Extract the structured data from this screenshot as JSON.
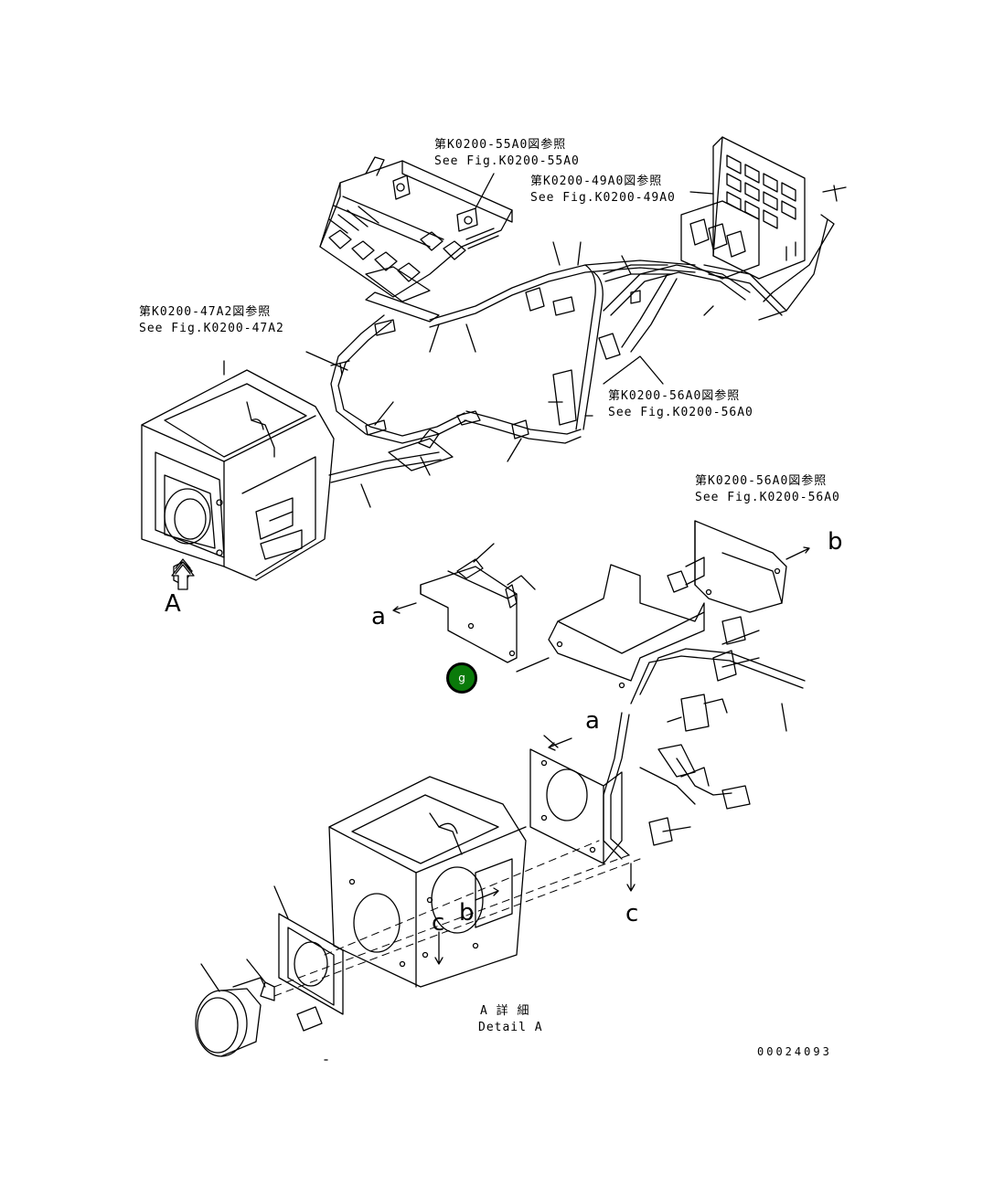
{
  "references": {
    "fig_55a0": {
      "jp": "第K0200-55A0図参照",
      "en": "See Fig.K0200-55A0"
    },
    "fig_49a0": {
      "jp": "第K0200-49A0図参照",
      "en": "See Fig.K0200-49A0"
    },
    "fig_47a2": {
      "jp": "第K0200-47A2図参照",
      "en": "See Fig.K0200-47A2"
    },
    "fig_56a0_top": {
      "jp": "第K0200-56A0図参照",
      "en": "See Fig.K0200-56A0"
    },
    "fig_56a0_right": {
      "jp": "第K0200-56A0図参照",
      "en": "See Fig.K0200-56A0"
    }
  },
  "view_letters": {
    "A": "A",
    "a_left": "a",
    "a_mid": "a",
    "b_right": "b",
    "b_mid": "b",
    "c_bottom": "c",
    "c_mid": "c"
  },
  "detail": {
    "jp": "A 詳 細",
    "en": "Detail A"
  },
  "callout": {
    "label": "g",
    "color": "#0a7a0a"
  },
  "drawing_number": "00024093"
}
